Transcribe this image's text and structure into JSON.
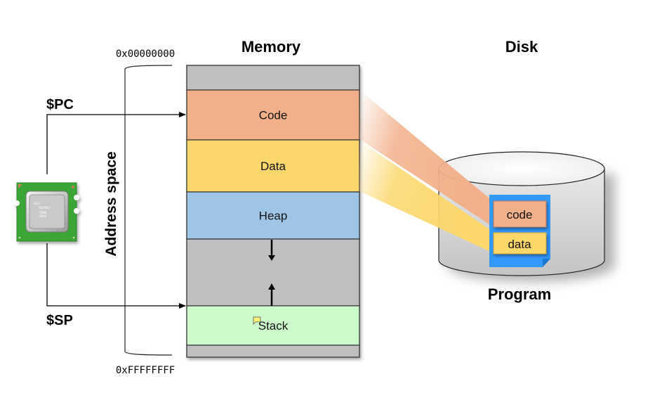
{
  "headings": {
    "memory": "Memory",
    "disk": "Disk",
    "program": "Program"
  },
  "addresses": {
    "start": "0x00000000",
    "end": "0xFFFFFFFF",
    "range_label": "Address space"
  },
  "registers": {
    "pc": "$PC",
    "sp": "$SP"
  },
  "cpu": {
    "icon": "cpu-chip-icon",
    "chip_text": [
      "SSS",
      "950607",
      "1996",
      "3082"
    ]
  },
  "memory_segments": [
    {
      "id": "reserved-top",
      "label": "",
      "color": "#bfbfbf"
    },
    {
      "id": "code",
      "label": "Code",
      "color": "#f2b08a"
    },
    {
      "id": "data",
      "label": "Data",
      "color": "#fcd76b"
    },
    {
      "id": "heap",
      "label": "Heap",
      "color": "#9ec4e6"
    },
    {
      "id": "free",
      "label": "",
      "color": "#bfbfbf"
    },
    {
      "id": "stack",
      "label": "Stack",
      "color": "#ccfccc"
    },
    {
      "id": "reserved-bottom",
      "label": "",
      "color": "#bfbfbf"
    }
  ],
  "growth_arrows": {
    "heap": "down",
    "stack": "up"
  },
  "program_file": {
    "icon": "document-icon",
    "color": "#3399ff",
    "sections": [
      {
        "label": "code",
        "color": "#f2b08a"
      },
      {
        "label": "data",
        "color": "#fcd76b"
      }
    ]
  },
  "disk": {
    "icon": "disk-cylinder-icon"
  }
}
